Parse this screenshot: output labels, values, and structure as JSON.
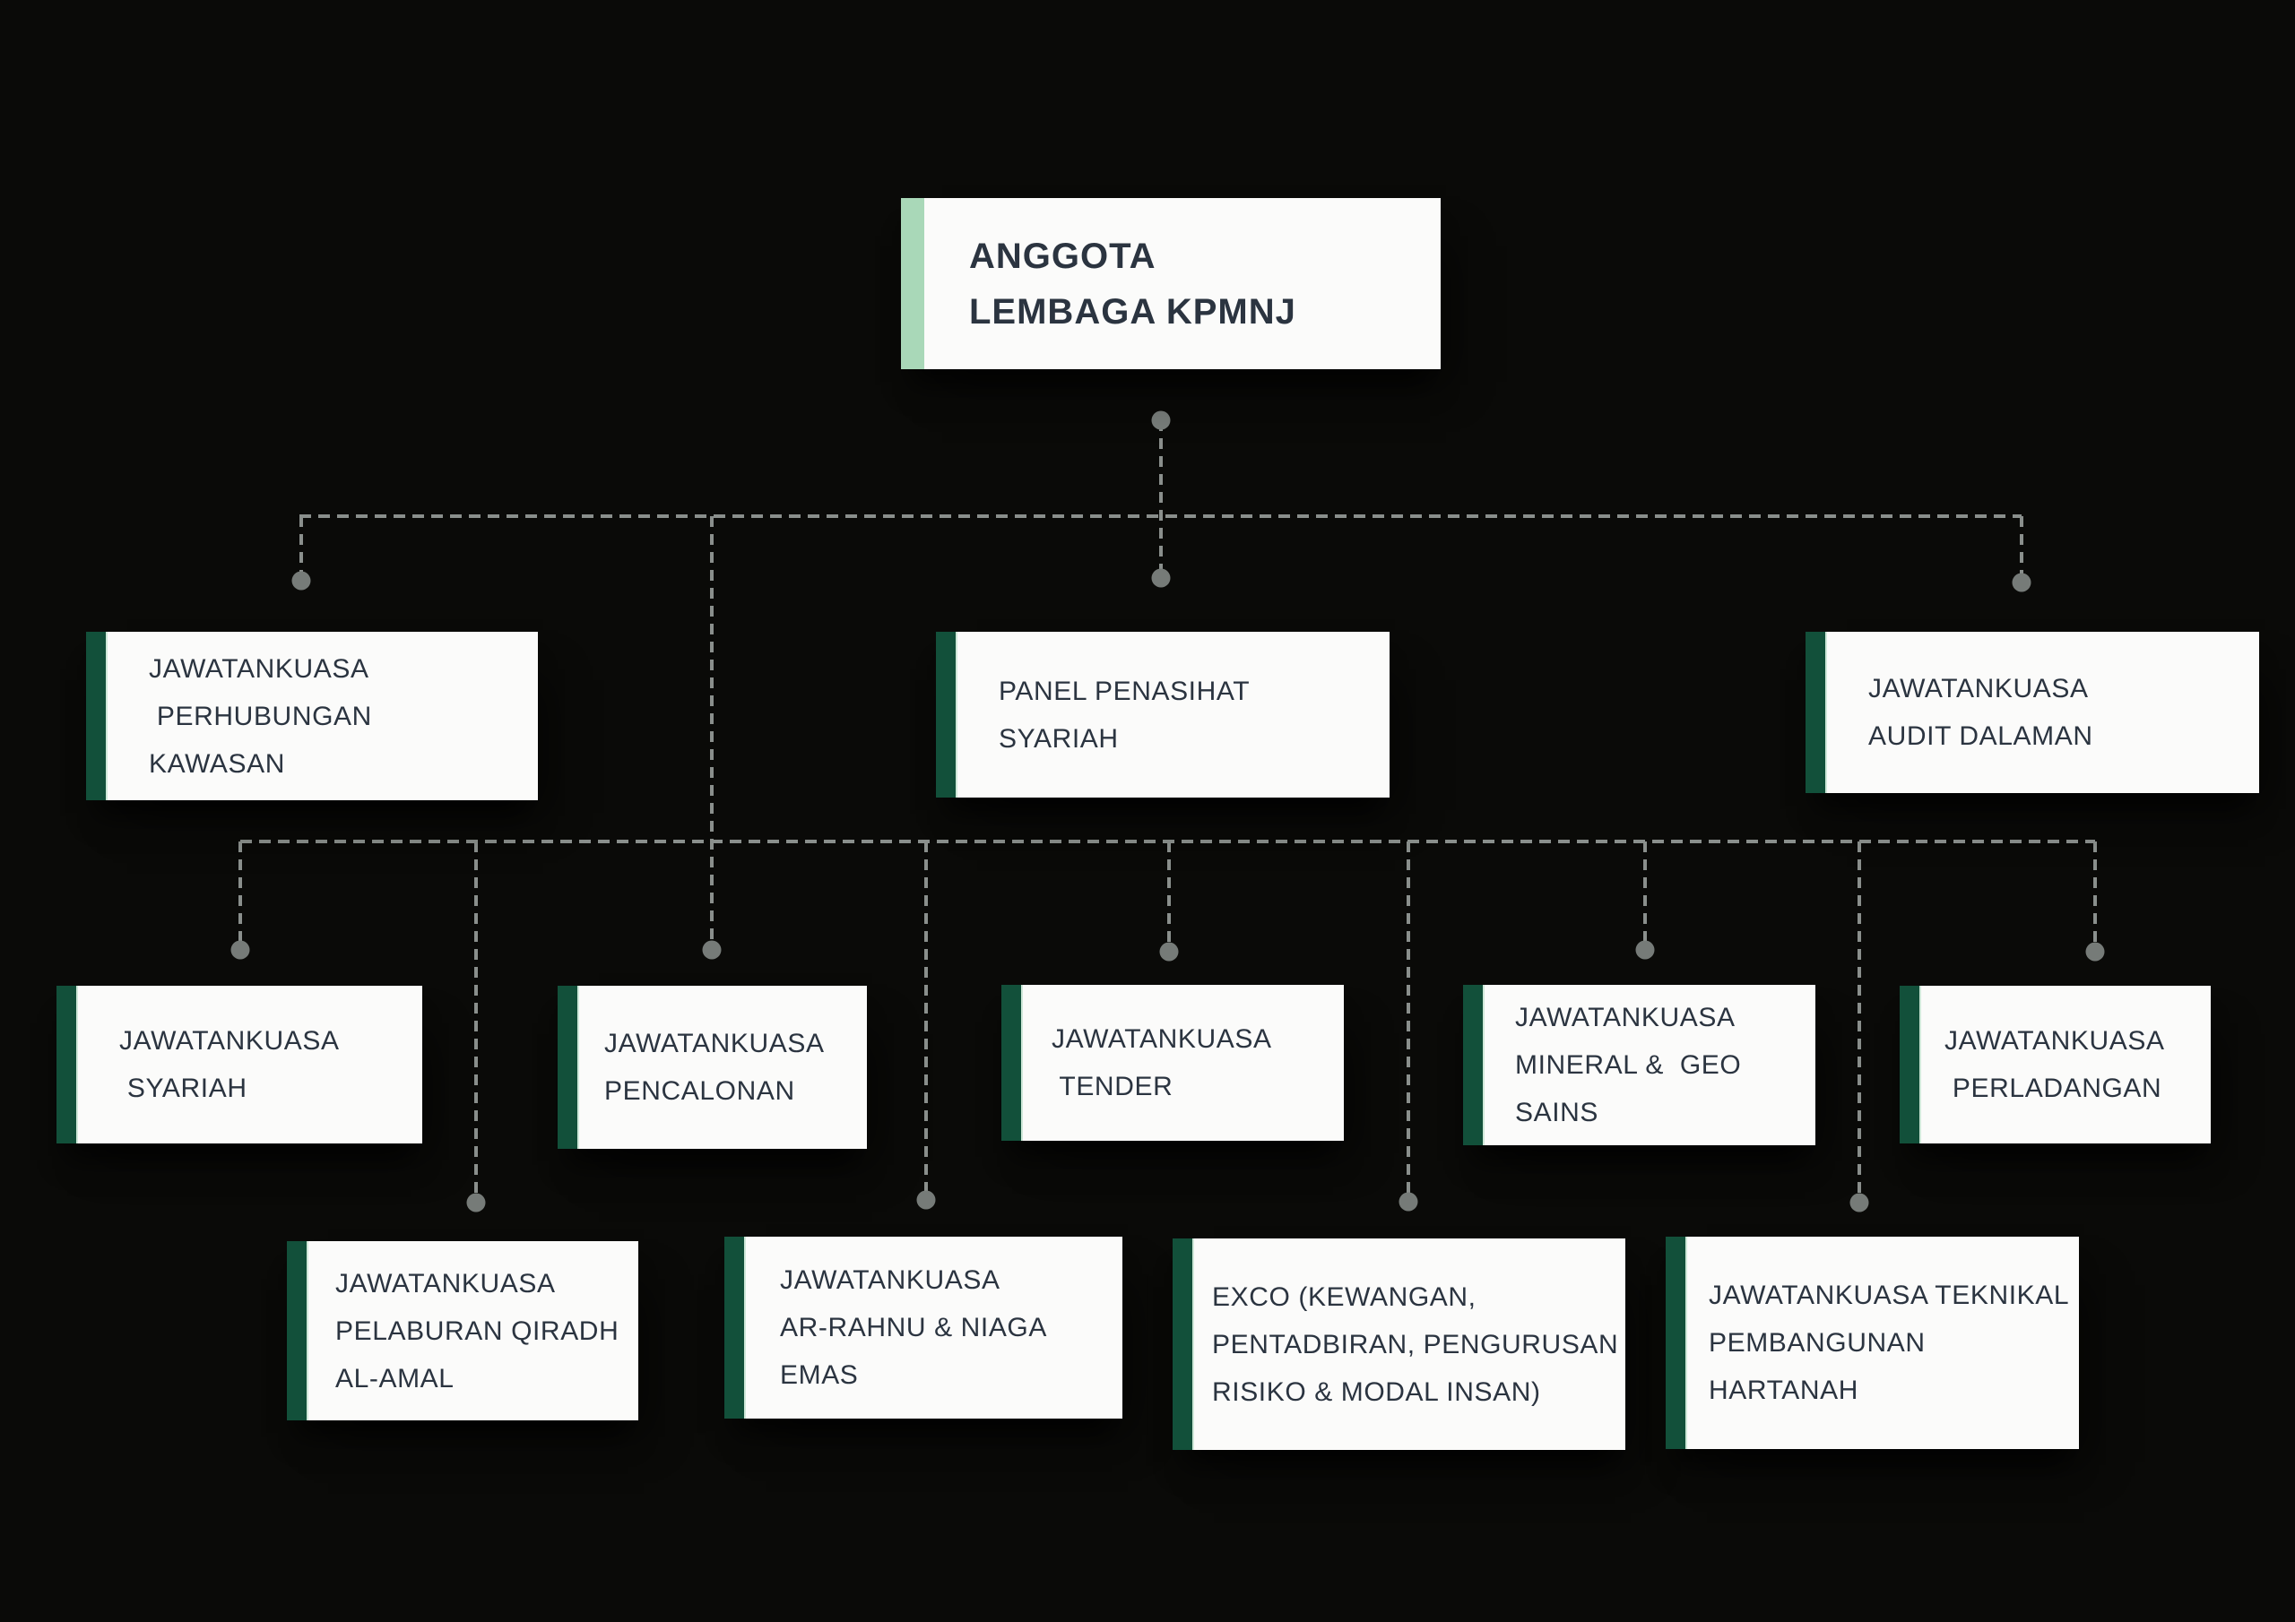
{
  "org_chart": {
    "nodes": {
      "root": {
        "lines": [
          "ANGGOTA",
          "LEMBAGA KPMNJ"
        ]
      },
      "perhubungan": {
        "lines": [
          "JAWATANKUASA",
          " PERHUBUNGAN",
          "KAWASAN"
        ]
      },
      "panel": {
        "lines": [
          "PANEL PENASIHAT",
          "SYARIAH"
        ]
      },
      "audit": {
        "lines": [
          "JAWATANKUASA",
          "AUDIT DALAMAN"
        ]
      },
      "syariah": {
        "lines": [
          "JAWATANKUASA",
          " SYARIAH"
        ]
      },
      "pencalonan": {
        "lines": [
          "JAWATANKUASA",
          "PENCALONAN"
        ]
      },
      "tender": {
        "lines": [
          "JAWATANKUASA",
          " TENDER"
        ]
      },
      "mineral": {
        "lines": [
          "JAWATANKUASA",
          "MINERAL &  GEO",
          "SAINS"
        ]
      },
      "perladangan": {
        "lines": [
          "JAWATANKUASA",
          " PERLADANGAN"
        ]
      },
      "pelaburan": {
        "lines": [
          "JAWATANKUASA",
          "PELABURAN QIRADH",
          "AL-AMAL"
        ]
      },
      "arrahnu": {
        "lines": [
          "JAWATANKUASA",
          "AR-RAHNU & NIAGA",
          "EMAS"
        ]
      },
      "exco": {
        "lines": [
          "EXCO (KEWANGAN,",
          "PENTADBIRAN, PENGURUSAN",
          "RISIKO & MODAL INSAN)"
        ]
      },
      "teknikal": {
        "lines": [
          "JAWATANKUASA TEKNIKAL",
          "PEMBANGUNAN",
          "HARTANAH"
        ]
      }
    }
  },
  "colors": {
    "background": "#0a0a08",
    "box_fill": "#fbfbfa",
    "accent_root": "#a9d8b8",
    "accent_branch": "#12503a",
    "text": "#2b3440",
    "connector": "#8a8f8c",
    "dot": "#767b78"
  }
}
